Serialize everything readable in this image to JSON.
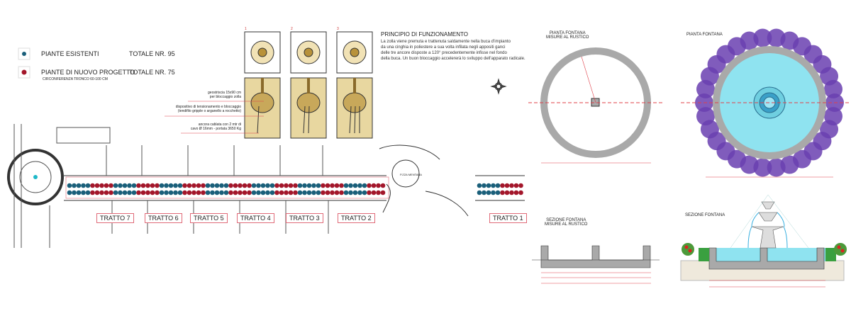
{
  "legend": {
    "existing": {
      "label": "PIANTE ESISTENTI",
      "total": "TOTALE NR. 95",
      "color": "#1a5f7a"
    },
    "new": {
      "label": "PIANTE DI NUOVO PROGETTO",
      "total": "TOTALE NR. 75",
      "note": "CIRCONFERENZA TRONCO 60-100 CM",
      "color": "#a3162a"
    }
  },
  "steps": [
    "1",
    "2",
    "3"
  ],
  "principle": {
    "title": "PRINCIPIO DI FUNZIONAMENTO",
    "lines": [
      "La zolla viene premuta e trattenuta saldamente nella buca d'impianto",
      "da una cinghia in poliestere a sua volta infilata negli appositi ganci",
      "delle tre ancore disposte a 120° precedentemente infisse nel fondo",
      "della buca. Un buon bloccaggio accelererà lo sviluppo dell'apparato radicale."
    ]
  },
  "callouts": {
    "c1": [
      "geostriscia 15x90 cm",
      "per bloccaggio zolla"
    ],
    "c2": [
      "dispositivo di tensionamento e bloccaggio",
      "(tendifilo gripple o arganello a rocchetto)"
    ],
    "c3": [
      "ancora cablata con 2 mtr di",
      "cavo Ø 16mm - portata 3650 Kg"
    ]
  },
  "plan": {
    "tratti": [
      "TRATTO 7",
      "TRATTO 6",
      "TRATTO 5",
      "TRATTO 4",
      "TRATTO 3",
      "TRATTO 2",
      "TRATTO 1"
    ],
    "piazza": "P.ZZA MENTANA"
  },
  "fountain": {
    "plan_rustic": [
      "PIANTA FONTANA",
      "MISURE AL RUSTICO"
    ],
    "plan": "PIANTA FONTANA",
    "section_rustic": [
      "SEZIONE FONTANA",
      "MISURE AL RUSTICO"
    ],
    "section": "SEZIONE FONTANA"
  },
  "colors": {
    "water": "#8fe3f0",
    "wall": "#a9a9a9",
    "plants": "#6a3fb0",
    "dim": "#e0404a",
    "soil": "#e8d7a0"
  }
}
